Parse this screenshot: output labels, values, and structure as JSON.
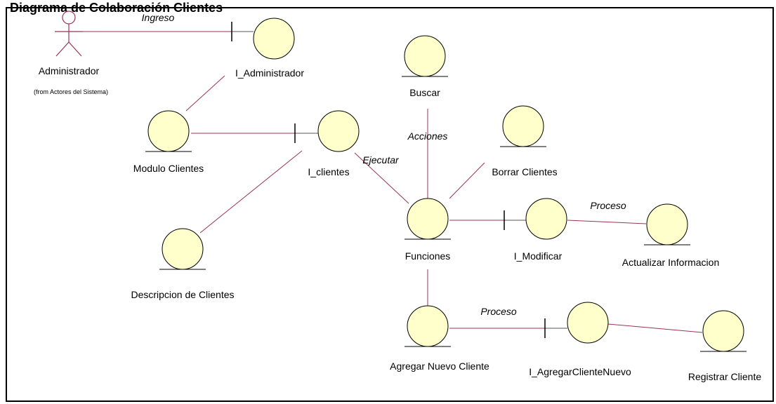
{
  "diagram": {
    "title": "Diagrama de Colaboración Clientes",
    "colors": {
      "circle_fill": "#ffffcc",
      "circle_stroke": "#000000",
      "link": "#993355",
      "actor": "#993355"
    },
    "actor": {
      "name": "Administrador",
      "note": "(from Actores del Sistema)"
    },
    "nodes": [
      {
        "id": "i_administrador",
        "kind": "boundary",
        "label": "I_Administrador"
      },
      {
        "id": "modulo_clientes",
        "kind": "entity",
        "label": "Modulo Clientes"
      },
      {
        "id": "i_clientes",
        "kind": "boundary",
        "label": "I_clientes"
      },
      {
        "id": "descripcion_clientes",
        "kind": "entity",
        "label": "Descripcion de Clientes"
      },
      {
        "id": "buscar",
        "kind": "entity",
        "label": "Buscar"
      },
      {
        "id": "borrar_clientes",
        "kind": "entity",
        "label": "Borrar Clientes"
      },
      {
        "id": "funciones",
        "kind": "entity",
        "label": "Funciones"
      },
      {
        "id": "i_modificar",
        "kind": "boundary",
        "label": "I_Modificar"
      },
      {
        "id": "actualizar_informacion",
        "kind": "entity",
        "label": "Actualizar Informacion"
      },
      {
        "id": "agregar_nuevo_cliente",
        "kind": "entity",
        "label": "Agregar Nuevo Cliente"
      },
      {
        "id": "i_agregar_cliente_nuevo",
        "kind": "boundary",
        "label": "I_AgregarClienteNuevo"
      },
      {
        "id": "registrar_cliente",
        "kind": "entity",
        "label": "Registrar Cliente"
      }
    ],
    "links": [
      {
        "id": "administrador-i_administrador",
        "label": "Ingreso"
      },
      {
        "id": "i_administrador-modulo_clientes",
        "label": ""
      },
      {
        "id": "modulo_clientes-i_clientes",
        "label": ""
      },
      {
        "id": "i_clientes-descripcion_clientes",
        "label": ""
      },
      {
        "id": "i_clientes-funciones",
        "label": "Ejecutar"
      },
      {
        "id": "buscar-funciones",
        "label": "Acciones"
      },
      {
        "id": "borrar_clientes-funciones",
        "label": ""
      },
      {
        "id": "funciones-i_modificar",
        "label": ""
      },
      {
        "id": "i_modificar-actualizar_informacion",
        "label": "Proceso"
      },
      {
        "id": "funciones-agregar_nuevo_cliente",
        "label": ""
      },
      {
        "id": "agregar_nuevo_cliente-i_agregar_cliente_nuevo",
        "label": "Proceso"
      },
      {
        "id": "i_agregar_cliente_nuevo-registrar_cliente",
        "label": ""
      }
    ]
  }
}
